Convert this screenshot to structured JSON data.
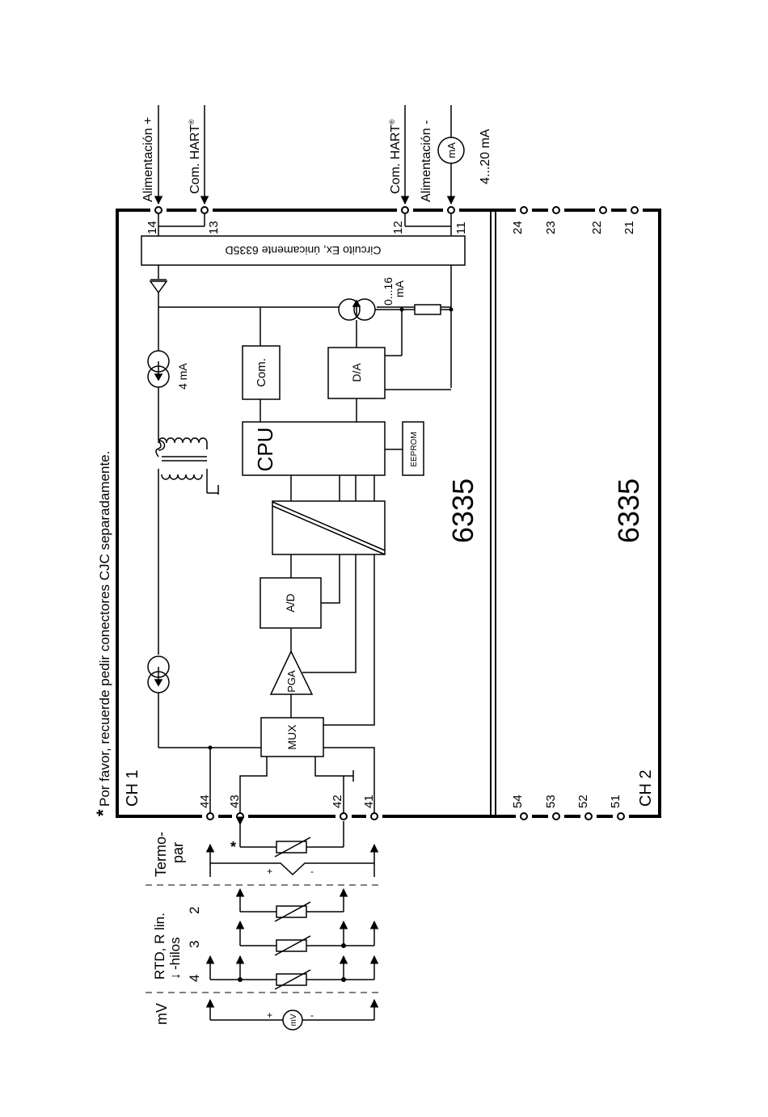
{
  "note": {
    "asterisk": "*",
    "text": "Por favor, recuerde pedir conectores CJC separadamente."
  },
  "module": {
    "model": "6335",
    "channel1": "CH 1",
    "channel2": "CH 2",
    "ex_circuit": "Circuito Ex, únicamente 6335D"
  },
  "blocks": {
    "cpu": "CPU",
    "com": "Com.",
    "da": "D/A",
    "ad": "A/D",
    "mux": "MUX",
    "pga": "PGA",
    "eeprom": "EEPROM",
    "source_4ma": "4 mA",
    "source_range_a": "0...16",
    "source_range_b": "mA"
  },
  "terminals": {
    "ch1_top": [
      "14",
      "13",
      "12",
      "11"
    ],
    "ch2_top": [
      "24",
      "23",
      "22",
      "21"
    ],
    "ch1_bottom": [
      "44",
      "43",
      "42",
      "41"
    ],
    "ch2_bottom": [
      "54",
      "53",
      "52",
      "51"
    ]
  },
  "external": {
    "supply_plus": "Alimentación +",
    "com_hart_1": "Com. HART",
    "com_hart_2": "Com. HART",
    "registered": "®",
    "supply_minus": "Alimentación -",
    "meter": "mA",
    "range": "4...20 mA"
  },
  "inputs": {
    "thermo_a": "Termo-",
    "thermo_b": "par",
    "rtd_a": "RTD, R lin.",
    "rtd_b": "-hilos",
    "wires_4": "4",
    "wires_3": "3",
    "wires_2": "2",
    "mv": "mV",
    "mv_meter": "mV",
    "plus": "+",
    "minus": "-",
    "star": "*"
  }
}
